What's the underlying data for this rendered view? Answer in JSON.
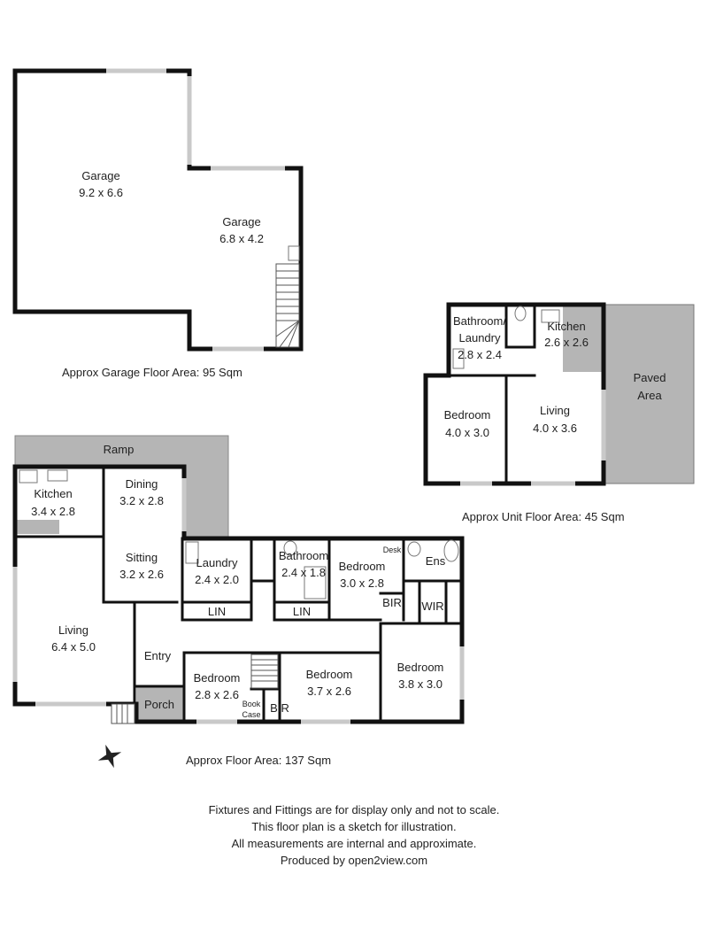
{
  "garage_level": {
    "rooms": [
      {
        "name": "Garage",
        "size": "9.2 x 6.6"
      },
      {
        "name": "Garage",
        "size": "6.8 x 4.2"
      }
    ],
    "area_caption": "Approx Garage Floor Area: 95 Sqm"
  },
  "unit": {
    "rooms": [
      {
        "name": "Bathroom/",
        "name2": "Laundry",
        "size": "2.8 x 2.4"
      },
      {
        "name": "Kitchen",
        "size": "2.6 x 2.6"
      },
      {
        "name": "Bedroom",
        "size": "4.0 x 3.0"
      },
      {
        "name": "Living",
        "size": "4.0 x 3.6"
      },
      {
        "name": "Paved",
        "name2": "Area"
      }
    ],
    "area_caption": "Approx Unit Floor Area: 45 Sqm"
  },
  "main_floor": {
    "ramp": "Ramp",
    "kitchen": {
      "name": "Kitchen",
      "size": "3.4 x 2.8"
    },
    "dining": {
      "name": "Dining",
      "size": "3.2 x 2.8"
    },
    "sitting": {
      "name": "Sitting",
      "size": "3.2 x 2.6"
    },
    "living": {
      "name": "Living",
      "size": "6.4 x 5.0"
    },
    "laundry": {
      "name": "Laundry",
      "size": "2.4 x 2.0"
    },
    "bathroom": {
      "name": "Bathroom",
      "size": "2.4 x 1.8"
    },
    "bedroom_1": {
      "name": "Bedroom",
      "size": "3.0 x 2.8"
    },
    "bedroom_2": {
      "name": "Bedroom",
      "size": "2.8 x 2.6"
    },
    "bedroom_3": {
      "name": "Bedroom",
      "size": "3.7 x 2.6"
    },
    "bedroom_4": {
      "name": "Bedroom",
      "size": "3.8 x 3.0"
    },
    "lin_1": "LIN",
    "lin_2": "LIN",
    "bir_1": "BIR",
    "bir_2": "BIR",
    "wir": "WIR",
    "ens": "Ens",
    "desk": "Desk",
    "book": "Book",
    "case": "Case",
    "entry": "Entry",
    "porch": "Porch",
    "area_caption": "Approx Floor Area: 137 Sqm"
  },
  "notes": [
    "Fixtures and Fittings are for display only and not to scale.",
    "This floor plan is a sketch for illustration.",
    "All measurements are internal and approximate.",
    "Produced by open2view.com"
  ],
  "colors": {
    "wall": "#111111",
    "shade": "#b5b5b5",
    "window": "#c9c9c9"
  }
}
